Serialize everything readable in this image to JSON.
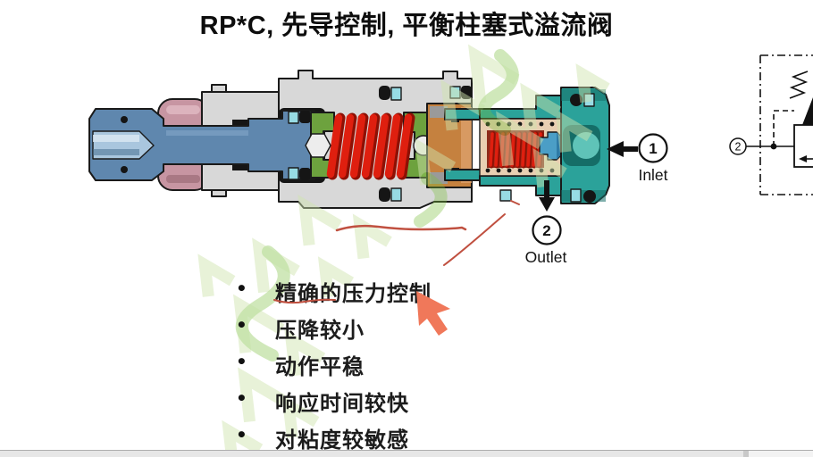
{
  "title": "RP*C, 先导控制, 平衡柱塞式溢流阀",
  "valve_diagram": {
    "inlet": {
      "number": "1",
      "label": "Inlet"
    },
    "outlet": {
      "number": "2",
      "label": "Outlet"
    }
  },
  "schematic": {
    "port2_label": "2"
  },
  "bullets": {
    "marker": "•",
    "items": [
      "精确的压力控制",
      "压降较小",
      "动作平稳",
      "响应时间较快",
      "对粘度较敏感"
    ]
  },
  "colors": {
    "title_text": "#0d0d0d",
    "body_gray": "#d8d8d8",
    "outline": "#1a1a1a",
    "stem_blue": "#5f87ae",
    "stem_blue_light": "#a9c6de",
    "locknut_pink": "#c795a2",
    "spring_red": "#df1f0f",
    "spring_red_dark": "#8e1004",
    "seat_green": "#6da23e",
    "guide_orange": "#c5813f",
    "cartridge_teal": "#2ba29a",
    "cartridge_teal_dark": "#156d67",
    "sleeve_beige": "#e9cfb2",
    "oring_cyan": "#97dbe4",
    "pilot_olive": "#b2a457",
    "poppet_blue": "#4b9ec6",
    "annotation_red": "#c05040",
    "cursor_orange": "#f0785a",
    "watermark_green": "#7cbf3f",
    "watermark_light": "#cfe3ae",
    "bar_gray": "#e7e7e7"
  }
}
